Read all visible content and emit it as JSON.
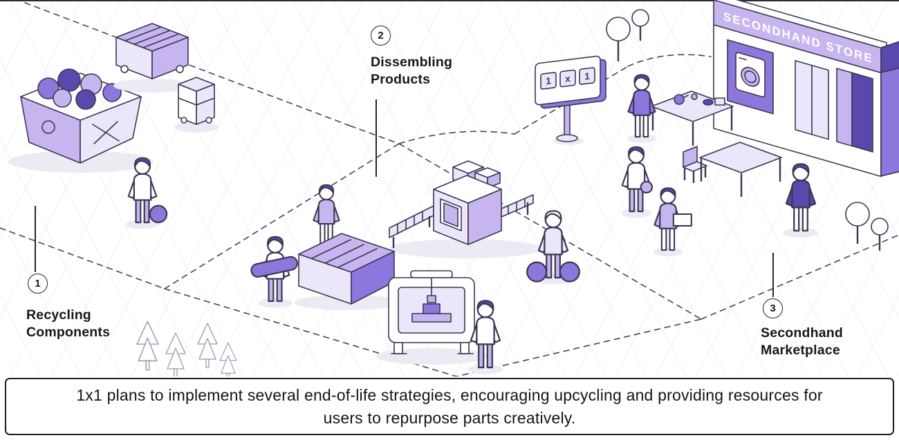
{
  "colors": {
    "accent": "#8d77dd",
    "accent_dark": "#5b48ad",
    "accent_light": "#c6b5ef",
    "accent_lighter": "#ece6fb",
    "outline": "#3a3650",
    "ink": "#1b1b20"
  },
  "steps": [
    {
      "number": "1",
      "label": "Recycling Components"
    },
    {
      "number": "2",
      "label": "Dissembling Products"
    },
    {
      "number": "3",
      "label": "Secondhand Marketplace"
    }
  ],
  "billboard": {
    "tiles": [
      "1",
      "x",
      "1"
    ]
  },
  "store": {
    "sign": "SECONDHAND STORE"
  },
  "caption": {
    "text": "1x1 plans to implement several end-of-life strategies, encouraging upcycling and providing resources for users to repurpose parts creatively."
  },
  "scene": {
    "elements": [
      "skip-dumpster-with-bags",
      "recycling-container",
      "small-bin",
      "disassembly-conveyor-machine",
      "workbench",
      "3d-printer-machine",
      "billboard-1x1",
      "secondhand-store",
      "market-tables",
      "shoppers",
      "trees"
    ]
  }
}
